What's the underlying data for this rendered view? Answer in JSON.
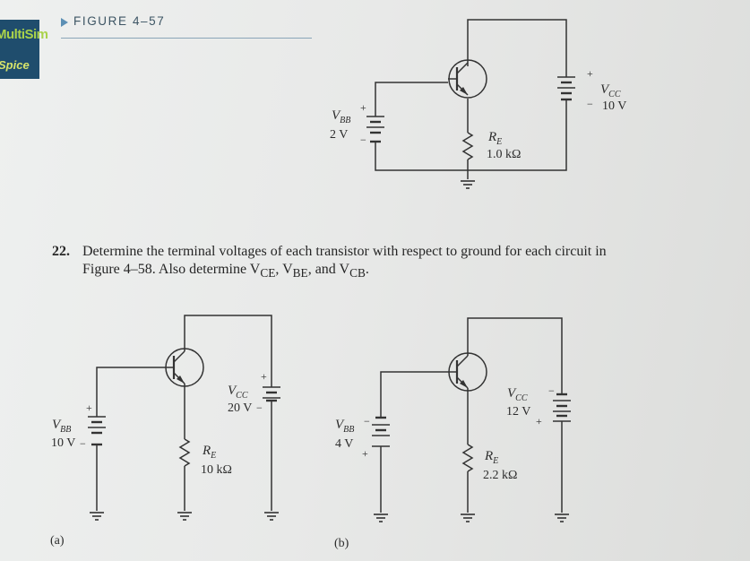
{
  "logo": {
    "top_text": "MultiSim",
    "bottom_text": "Spice"
  },
  "figure": {
    "title": "FIGURE 4–57"
  },
  "problem": {
    "number": "22.",
    "line1": "Determine the terminal voltages of each transistor with respect to ground for each circuit in",
    "line2": "Figure 4–58. Also determine V",
    "sub_ce": "CE",
    "sep1": ", V",
    "sub_be": "BE",
    "sep2": ", and V",
    "sub_cb": "CB",
    "end": "."
  },
  "fig57": {
    "vbb_label": "V",
    "vbb_sub": "BB",
    "vbb_value": "2 V",
    "re_label": "R",
    "re_sub": "E",
    "re_value": "1.0 kΩ",
    "vcc_label": "V",
    "vcc_sub": "CC",
    "vcc_value": "10 V"
  },
  "circuit_a": {
    "tag": "(a)",
    "vbb_label": "V",
    "vbb_sub": "BB",
    "vbb_value": "10 V",
    "re_label": "R",
    "re_sub": "E",
    "re_value": "10 kΩ",
    "vcc_label": "V",
    "vcc_sub": "CC",
    "vcc_value": "20 V"
  },
  "circuit_b": {
    "tag": "(b)",
    "vbb_label": "V",
    "vbb_sub": "BB",
    "vbb_value": "4 V",
    "re_label": "R",
    "re_sub": "E",
    "re_value": "2.2 kΩ",
    "vcc_label": "V",
    "vcc_sub": "CC",
    "vcc_value": "12 V"
  },
  "signs": {
    "plus": "+",
    "minus": "−"
  }
}
